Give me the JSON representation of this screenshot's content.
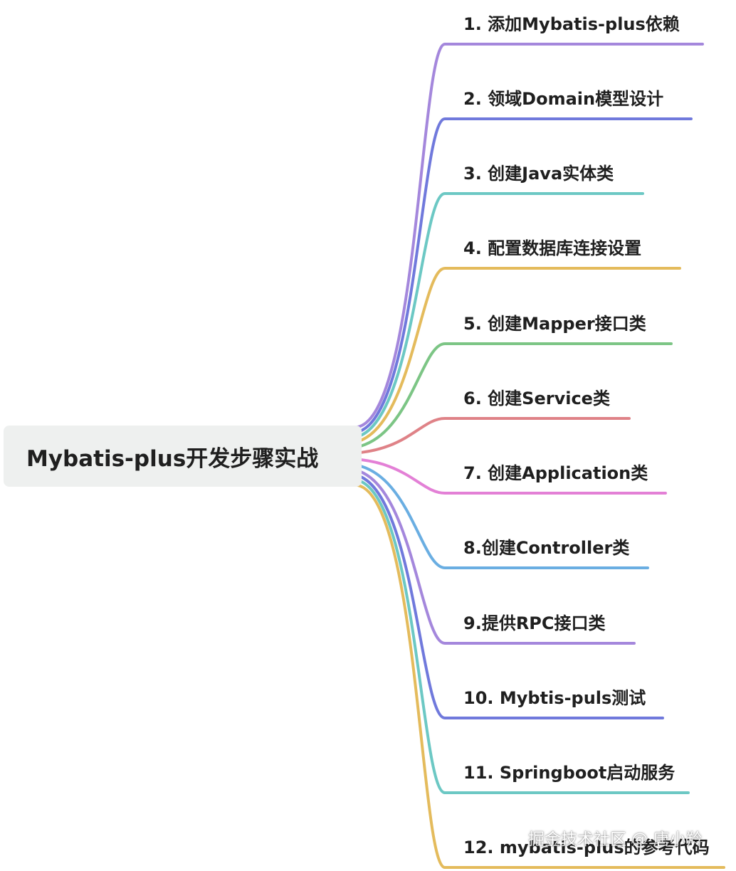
{
  "root": {
    "title": "Mybatis-plus开发步骤实战"
  },
  "branches": [
    {
      "label": "1. 添加Mybatis-plus依赖",
      "color": "#a487dc"
    },
    {
      "label": "2. 领域Domain模型设计",
      "color": "#7079dc"
    },
    {
      "label": "3. 创建Java实体类",
      "color": "#6cc8c4"
    },
    {
      "label": "4. 配置数据库连接设置",
      "color": "#e4bb5c"
    },
    {
      "label": "5. 创建Mapper接口类",
      "color": "#7cc585"
    },
    {
      "label": "6. 创建Service类",
      "color": "#df8287"
    },
    {
      "label": "7. 创建Application类",
      "color": "#e380d6"
    },
    {
      "label": "8.创建Controller类",
      "color": "#6aaee2"
    },
    {
      "label": "9.提供RPC接口类",
      "color": "#a487dc"
    },
    {
      "label": "10. Mybtis-puls测试",
      "color": "#7079dc"
    },
    {
      "label": "11. Springboot启动服务",
      "color": "#6cc8c4"
    },
    {
      "label": "12. mybatis-plus的参考代码",
      "color": "#e4bb5c"
    }
  ],
  "watermark": "掘金技术社区 @ 唐小羚"
}
